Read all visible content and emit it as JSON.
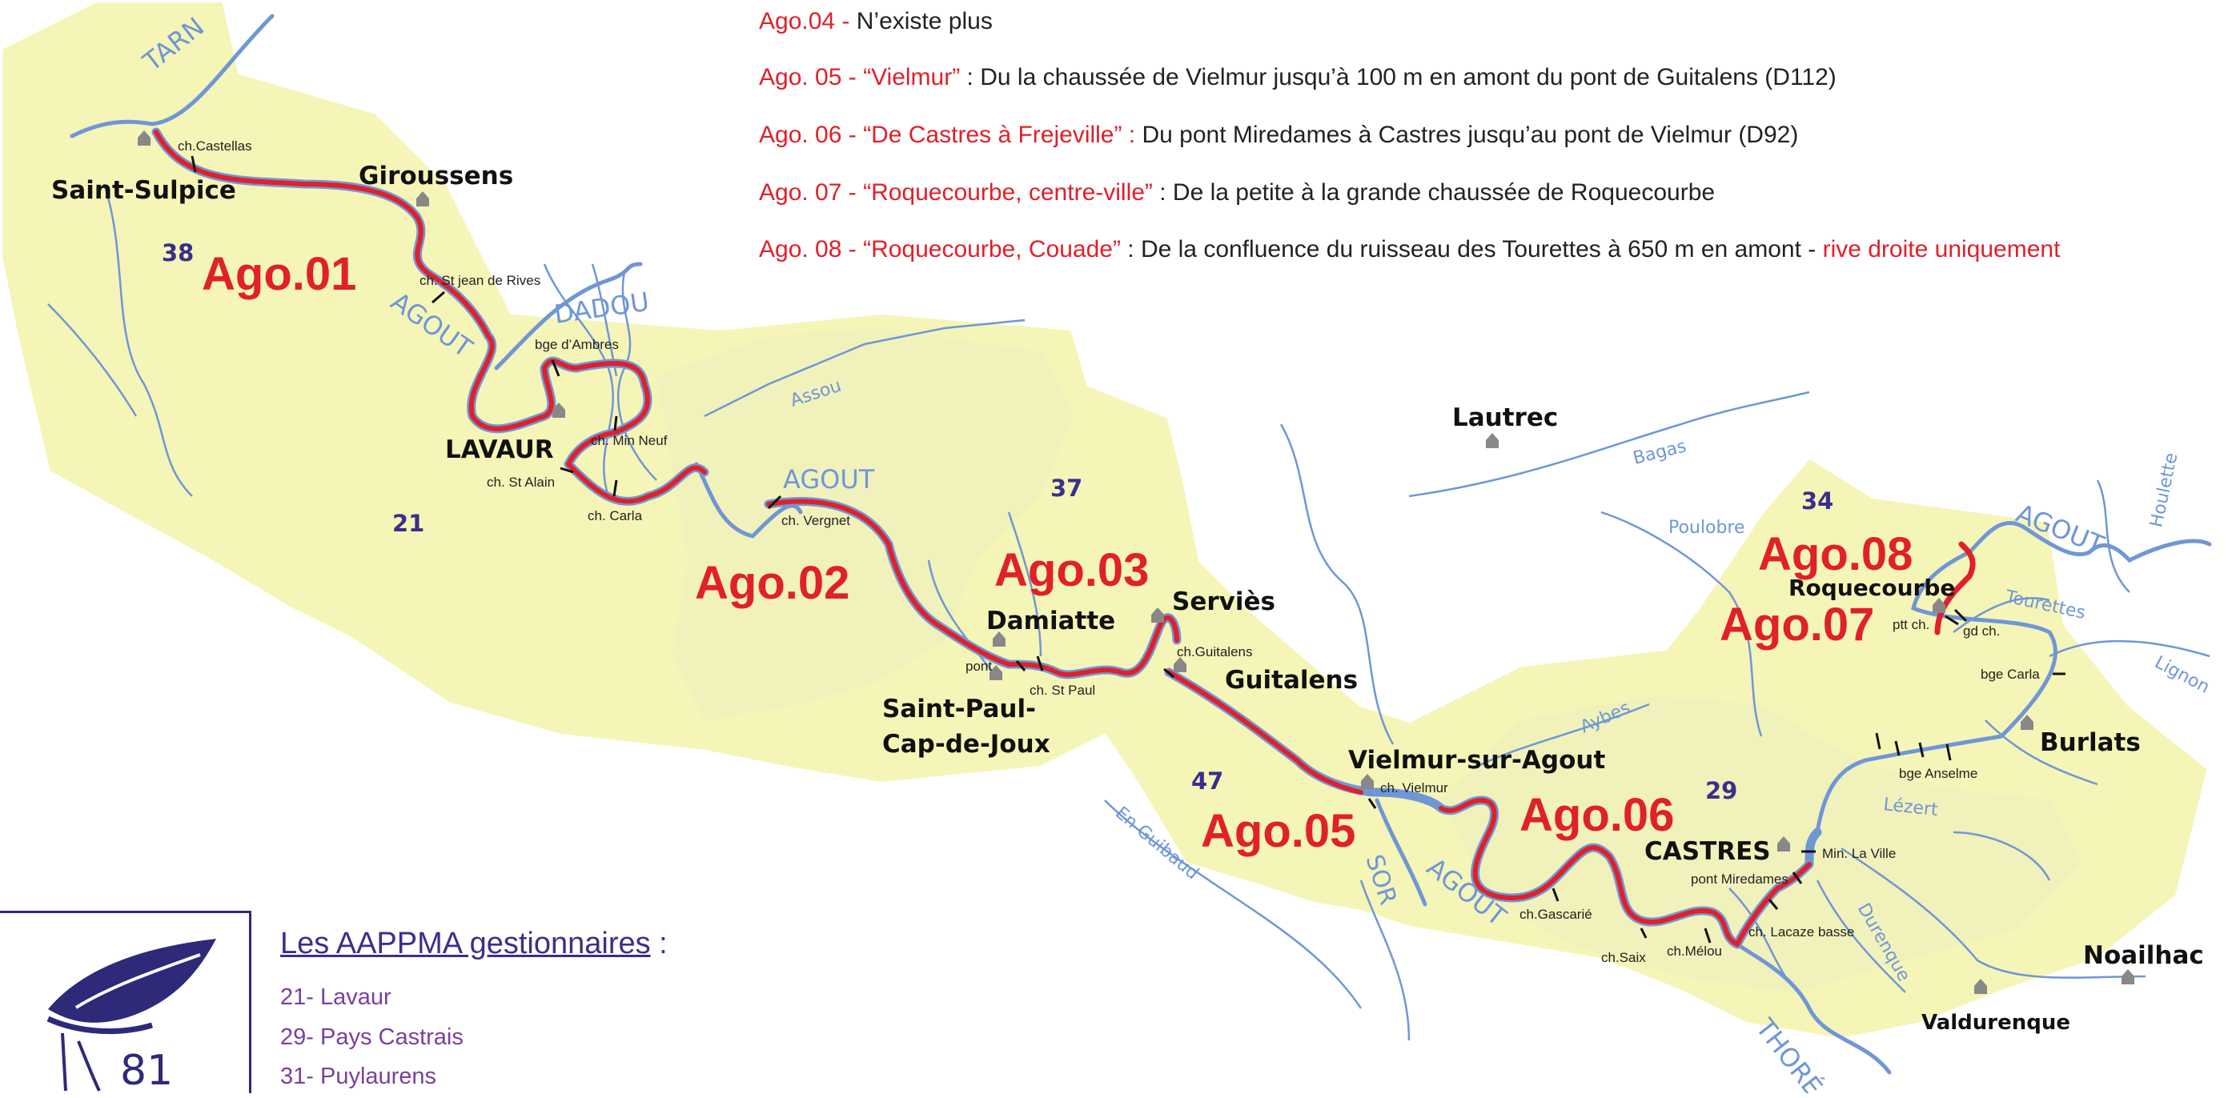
{
  "legend": [
    {
      "code": "Ago.04 -",
      "text": " N’existe plus",
      "extra": ""
    },
    {
      "code": "Ago. 05 - “Vielmur”",
      "text": " : Du la chaussée de Vielmur jusqu’à 100 m en amont du pont de Guitalens (D112)",
      "extra": ""
    },
    {
      "code": "Ago. 06 - “De Castres à Frejeville” :",
      "text": " Du pont Miredames à Castres jusqu’au pont de Vielmur (D92)",
      "extra": ""
    },
    {
      "code": "Ago. 07 - “Roquecourbe, centre-ville”",
      "text": " : De la petite à la grande chaussée de Roquecourbe",
      "extra": ""
    },
    {
      "code": "Ago. 08 - “Roquecourbe, Couade”",
      "text": " : De la confluence du ruisseau des Tourettes à 650 m en amont - ",
      "extra": "rive droite uniquement"
    }
  ],
  "aappma": {
    "title": "Les AAPPMA gestionnaires",
    "title_suffix": " :",
    "items": [
      "21- Lavaur",
      "29- Pays Castrais",
      "31- Puylaurens"
    ]
  },
  "logo": {
    "number": "81",
    "icon": "fish-icon"
  },
  "map": {
    "sectors": [
      {
        "label": "Ago.01"
      },
      {
        "label": "Ago.02"
      },
      {
        "label": "Ago.03"
      },
      {
        "label": "Ago.05"
      },
      {
        "label": "Ago.06"
      },
      {
        "label": "Ago.07"
      },
      {
        "label": "Ago.08"
      }
    ],
    "towns": [
      {
        "label": "Saint-Sulpice"
      },
      {
        "label": "Giroussens"
      },
      {
        "label": "LAVAUR"
      },
      {
        "label": "Damiatte"
      },
      {
        "label": "Saint-Paul-"
      },
      {
        "label": "Cap-de-Joux"
      },
      {
        "label": "Serviès"
      },
      {
        "label": "Guitalens"
      },
      {
        "label": "Vielmur-sur-Agout"
      },
      {
        "label": "Lautrec"
      },
      {
        "label": "CASTRES"
      },
      {
        "label": "Roquecourbe"
      },
      {
        "label": "Burlats"
      },
      {
        "label": "Noailhac"
      },
      {
        "label": "Valdurenque"
      }
    ],
    "places": [
      {
        "label": "ch.Castellas"
      },
      {
        "label": "ch. St jean de Rives"
      },
      {
        "label": "bge d’Ambres"
      },
      {
        "label": "ch. Min Neuf"
      },
      {
        "label": "ch. St Alain"
      },
      {
        "label": "ch. Carla"
      },
      {
        "label": "ch. Vergnet"
      },
      {
        "label": "pont"
      },
      {
        "label": "ch. St Paul"
      },
      {
        "label": "ch.Guitalens"
      },
      {
        "label": "ch. Vielmur"
      },
      {
        "label": "ch.Gascarié"
      },
      {
        "label": "ch.Saix"
      },
      {
        "label": "ch.Mélou"
      },
      {
        "label": "ch. Lacaze basse"
      },
      {
        "label": "pont Miredames"
      },
      {
        "label": "Min. La Ville"
      },
      {
        "label": "bge Anselme"
      },
      {
        "label": "bge Carla"
      },
      {
        "label": "ptt ch."
      },
      {
        "label": "gd ch."
      }
    ],
    "rivers": [
      {
        "label": "TARN"
      },
      {
        "label": "AGOUT"
      },
      {
        "label": "DADOU"
      },
      {
        "label": "Assou"
      },
      {
        "label": "AGOUT"
      },
      {
        "label": "Bagas"
      },
      {
        "label": "Poulobre"
      },
      {
        "label": "AGOUT"
      },
      {
        "label": "Houlette"
      },
      {
        "label": "Tourettes"
      },
      {
        "label": "Lignon"
      },
      {
        "label": "Aybes"
      },
      {
        "label": "Lézert"
      },
      {
        "label": "En Guibaud"
      },
      {
        "label": "SOR"
      },
      {
        "label": "AGOUT"
      },
      {
        "label": "Durenque"
      },
      {
        "label": "THORÉ"
      }
    ],
    "zones": [
      {
        "label": "38"
      },
      {
        "label": "21"
      },
      {
        "label": "37"
      },
      {
        "label": "47"
      },
      {
        "label": "29"
      },
      {
        "label": "34"
      }
    ]
  },
  "colors": {
    "land": "#f5f5b8",
    "river": "#6f97d6",
    "managed": "#e0202a",
    "text_red": "#e0202a",
    "zone_text": "#3a2f8c",
    "purple": "#7a3fa0",
    "house": "#888888"
  }
}
